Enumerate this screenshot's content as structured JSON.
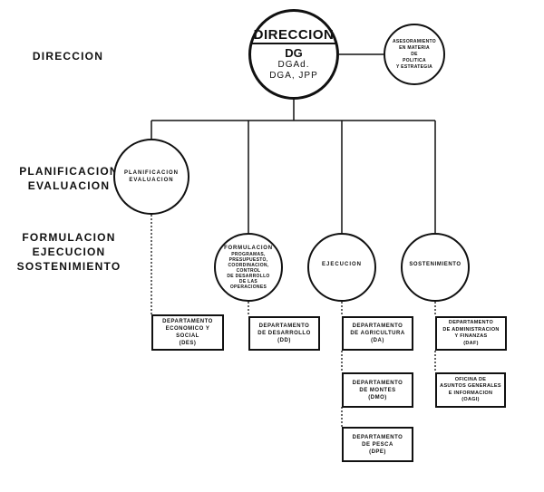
{
  "levels": {
    "direccion": "DIRECCION",
    "planificacion": [
      "PLANIFICACION",
      "EVALUACION"
    ],
    "operaciones": [
      "FORMULACION",
      "EJECUCION",
      "SOSTENIMIENTO"
    ]
  },
  "direccion_node": {
    "title": "DIRECCION",
    "lines": [
      "DG",
      "DGAd.",
      "DGA, JPP"
    ]
  },
  "asesoramiento_node": {
    "lines": [
      "ASESORAMIENTO",
      "EN MATERIA",
      "DE",
      "POLITICA",
      "Y ESTRATEGIA"
    ]
  },
  "functions": {
    "planificacion": [
      "PLANIFICACION",
      "EVALUACION"
    ],
    "formulacion": {
      "title": "FORMULACION",
      "lines": [
        "PROGRAMAS,",
        "PRESUPUESTO,",
        "COORDINACION,",
        "CONTROL",
        "DE DESARROLLO",
        "DE LAS",
        "OPERACIONES"
      ]
    },
    "ejecucion": "EJECUCION",
    "sostenimiento": "SOSTENIMIENTO"
  },
  "departments": {
    "des": [
      "DEPARTAMENTO",
      "ECONOMICO Y",
      "SOCIAL",
      "(DES)"
    ],
    "dd": [
      "DEPARTAMENTO",
      "DE DESARROLLO",
      "(DD)"
    ],
    "da": [
      "DEPARTAMENTO",
      "DE AGRICULTURA",
      "(DA)"
    ],
    "daf": [
      "DEPARTAMENTO",
      "DE ADMINISTRACION",
      "Y FINANZAS",
      "(DAF)"
    ],
    "dmo": [
      "DEPARTAMENTO",
      "DE MONTES",
      "(DMO)"
    ],
    "oagi": [
      "OFICINA DE",
      "ASUNTOS GENERALES",
      "E INFORMACION",
      "(OAGI)"
    ],
    "dpe": [
      "DEPARTAMENTO",
      "DE PESCA",
      "(DPE)"
    ]
  }
}
